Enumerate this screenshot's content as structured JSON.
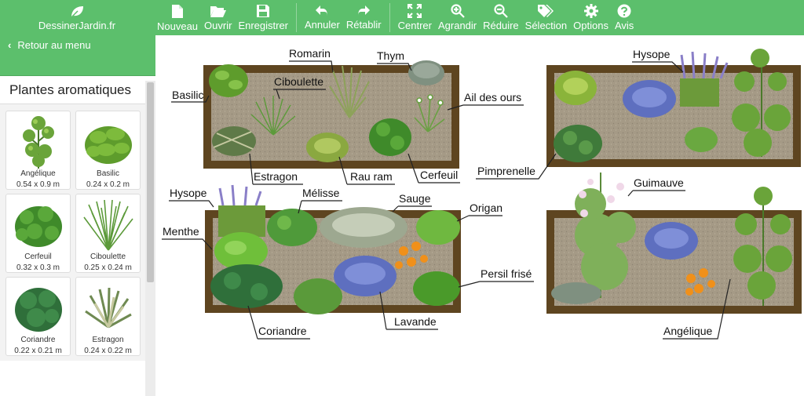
{
  "brand": {
    "name": "DessinerJardin.fr",
    "icon": "leaf-icon"
  },
  "toolbar": {
    "nouveau": "Nouveau",
    "ouvrir": "Ouvrir",
    "enregistrer": "Enregistrer",
    "annuler": "Annuler",
    "retablir": "Rétablir",
    "centrer": "Centrer",
    "agrandir": "Agrandir",
    "reduire": "Réduire",
    "selection": "Sélection",
    "options": "Options",
    "avis": "Avis"
  },
  "sidebar": {
    "back": "Retour au menu",
    "title": "Plantes aromatiques",
    "plants": [
      {
        "name": "Angélique",
        "dims": "0.54 x 0.9 m"
      },
      {
        "name": "Basilic",
        "dims": "0.24 x 0.2 m"
      },
      {
        "name": "Cerfeuil",
        "dims": "0.32 x 0.3 m"
      },
      {
        "name": "Ciboulette",
        "dims": "0.25 x 0.24 m"
      },
      {
        "name": "Coriandre",
        "dims": "0.22 x 0.21 m"
      },
      {
        "name": "Estragon",
        "dims": "0.24 x 0.22 m"
      }
    ]
  },
  "labels": {
    "basilic": "Basilic",
    "romarin": "Romarin",
    "ciboulette": "Ciboulette",
    "thym": "Thym",
    "ail": "Ail des ours",
    "estragon": "Estragon",
    "rauram": "Rau ram",
    "cerfeuil": "Cerfeuil",
    "hysope1": "Hysope",
    "pimprenelle": "Pimprenelle",
    "hysope2": "Hysope",
    "melisse": "Mélisse",
    "sauge": "Sauge",
    "origan": "Origan",
    "menthe": "Menthe",
    "persil": "Persil frisé",
    "coriandre": "Coriandre",
    "lavande": "Lavande",
    "guimauve": "Guimauve",
    "angelique": "Angélique"
  },
  "colors": {
    "accent": "#5cbf6c",
    "bed_border": "#5e4520",
    "soil": "#a59a86"
  }
}
